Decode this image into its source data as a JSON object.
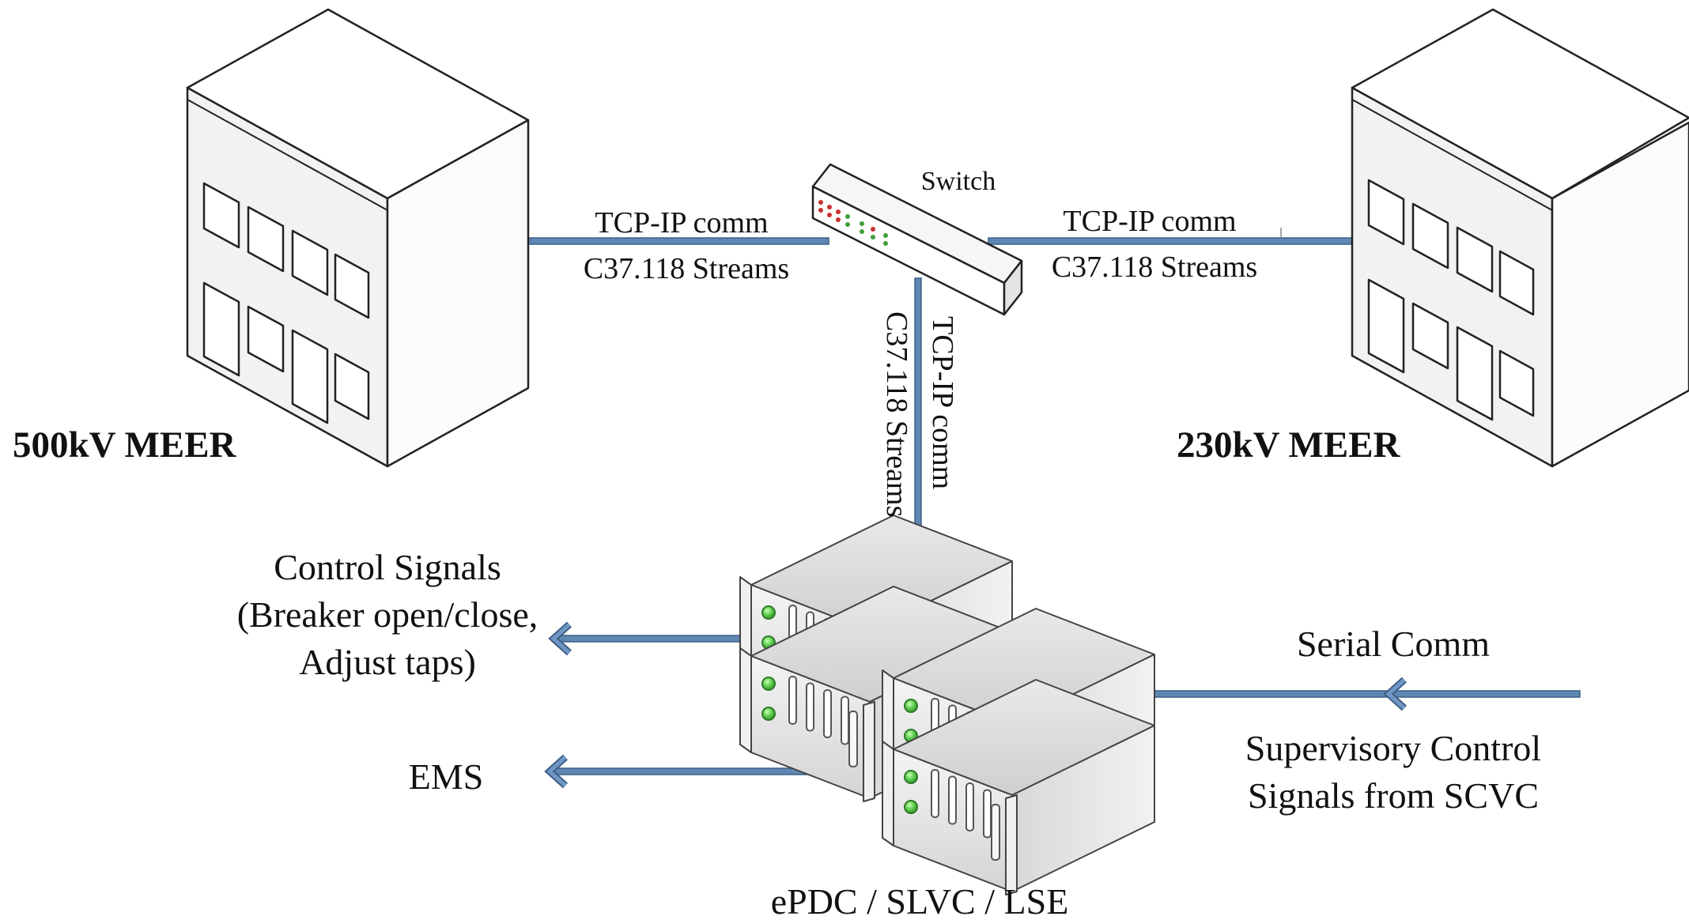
{
  "nodes": {
    "building_left": {
      "label": "500kV MEER"
    },
    "building_right": {
      "label": "230kV MEER"
    },
    "switch": {
      "label": "Switch"
    },
    "server": {
      "label": "ePDC / SLVC / LSE"
    }
  },
  "links": {
    "left_to_switch": {
      "top": "TCP-IP comm",
      "bottom": "C37.118 Streams"
    },
    "switch_to_right": {
      "top": "TCP-IP comm",
      "bottom": "C37.118 Streams"
    },
    "switch_to_server": {
      "inner": "C37.118 Streams",
      "outer": "TCP-IP comm"
    }
  },
  "outputs": {
    "control": {
      "line1": "Control Signals",
      "line2": "(Breaker open/close,",
      "line3": "Adjust taps)"
    },
    "ems": {
      "label": "EMS"
    }
  },
  "inputs": {
    "serial": {
      "label": "Serial Comm"
    },
    "supervisory": {
      "line1": "Supervisory Control",
      "line2": "Signals from SCVC"
    }
  },
  "colors": {
    "link": "#5f87b4",
    "link_edge": "#3f5f86",
    "building_face": "#f4f4f4",
    "server_face": "#e2e2e2",
    "led_green": "#5fcf4f",
    "led_red": "#c8322e"
  }
}
